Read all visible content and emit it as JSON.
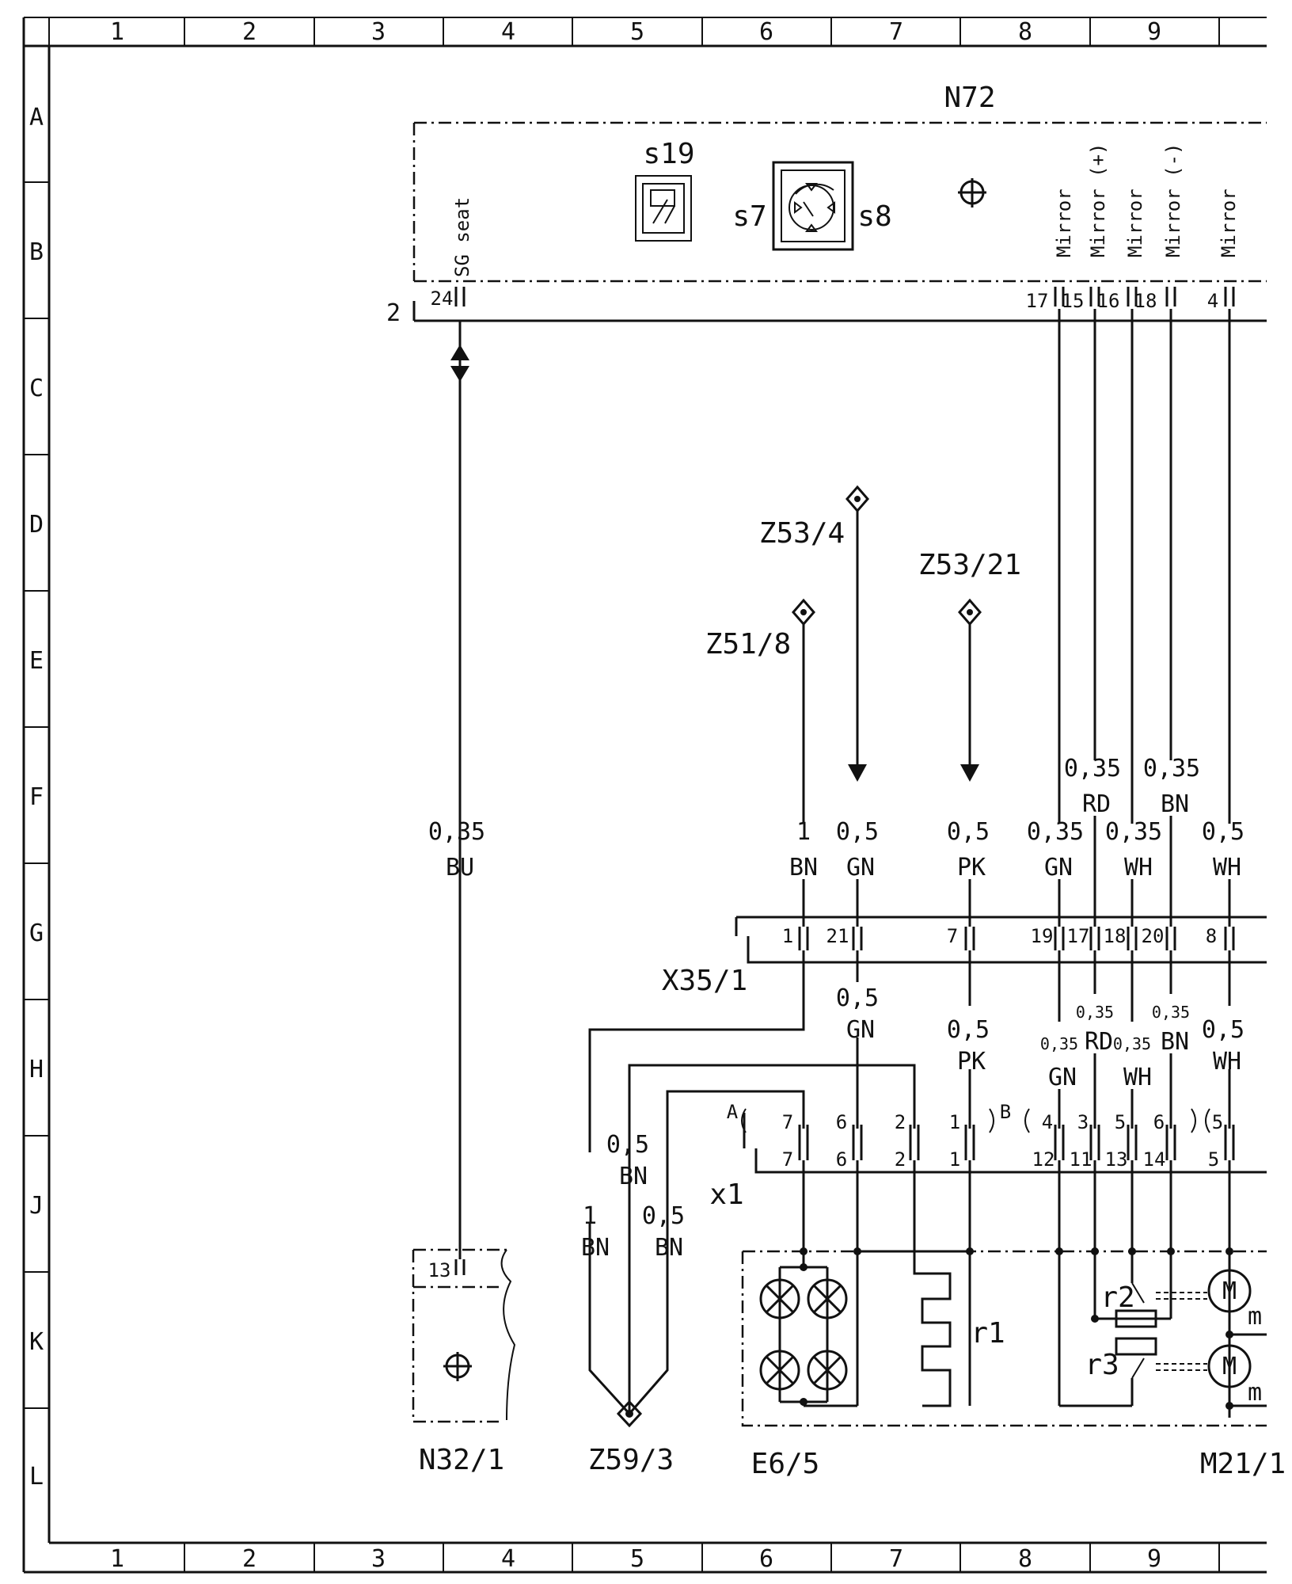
{
  "grid": {
    "cols": [
      "1",
      "2",
      "3",
      "4",
      "5",
      "6",
      "7",
      "8",
      "9"
    ],
    "rows": [
      "A",
      "B",
      "C",
      "D",
      "E",
      "F",
      "G",
      "H",
      "J",
      "K",
      "L"
    ]
  },
  "components": {
    "n72": "N72",
    "s19": "s19",
    "s7": "s7",
    "s8": "s8",
    "n32_1": "N32/1",
    "z59_3": "Z59/3",
    "e6_5": "E6/5",
    "m21_1": "M21/1",
    "x35_1": "X35/1",
    "x1": "x1",
    "r1": "r1",
    "r2": "r2",
    "r3": "r3",
    "m_motor": "M",
    "m_small": "m"
  },
  "connectors": {
    "n72_side_num": "2",
    "x1_a": "A",
    "x1_b": "B"
  },
  "pin_labels": {
    "sg_seat": "SG seat",
    "mirror": "Mirror",
    "mirror_plus": "Mirror (+)",
    "mirror_minus": "Mirror (-)"
  },
  "n72_pins": [
    "24",
    "17",
    "15",
    "16",
    "18",
    "4"
  ],
  "x35_pins": [
    "1",
    "21",
    "7",
    "19",
    "17",
    "18",
    "20",
    "8"
  ],
  "x1_top_pins": [
    "7",
    "6",
    "2",
    "1",
    "4",
    "3",
    "5",
    "6",
    "5"
  ],
  "x1_bot_pins": [
    "7",
    "6",
    "2",
    "1",
    "12",
    "11",
    "13",
    "14",
    "5"
  ],
  "n32_pin": "13",
  "refs": {
    "z53_4": "Z53/4",
    "z53_21": "Z53/21",
    "z51_8": "Z51/8"
  },
  "wires": {
    "bu": {
      "size": "0,35",
      "color": "BU"
    },
    "bn_1": {
      "size": "1",
      "color": "BN"
    },
    "gn_05": {
      "size": "0,5",
      "color": "GN"
    },
    "pk_05": {
      "size": "0,5",
      "color": "PK"
    },
    "gn_035": {
      "size": "0,35",
      "color": "GN"
    },
    "rd_035": {
      "size": "0,35",
      "color": "RD"
    },
    "wh_035": {
      "size": "0,35",
      "color": "WH"
    },
    "bn_035": {
      "size": "0,35",
      "color": "BN"
    },
    "wh_05": {
      "size": "0,5",
      "color": "WH"
    },
    "bn_05": {
      "size": "0,5",
      "color": "BN"
    }
  }
}
